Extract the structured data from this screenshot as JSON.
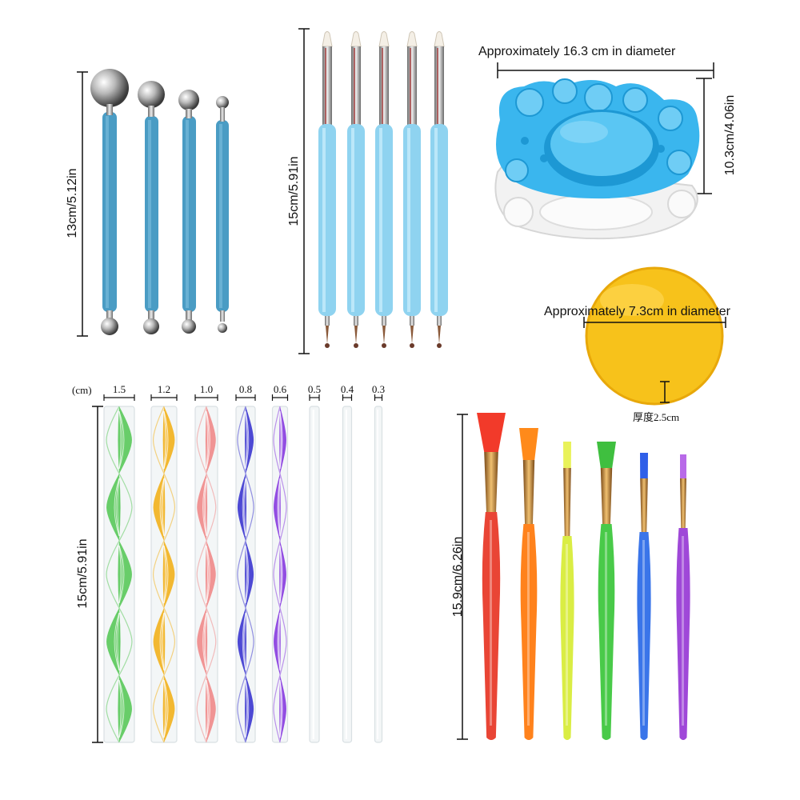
{
  "ball_tools": {
    "height_label": "13cm/5.12in"
  },
  "silicone_tools": {
    "height_label": "15cm/5.91in"
  },
  "palette": {
    "width_label": "Approximately 16.3 cm in diameter",
    "height_label": "10.3cm/4.06in"
  },
  "sponge": {
    "diameter_label": "Approximately 7.3cm in diameter",
    "thickness_label": "厚度2.5cm"
  },
  "mandala_rods": {
    "unit_label": "(cm)",
    "height_label": "15cm/5.91in",
    "sizes": [
      "1.5",
      "1.2",
      "1.0",
      "0.8",
      "0.6",
      "0.5",
      "0.4",
      "0.3"
    ]
  },
  "brushes": {
    "height_label": "15.9cm/6.26in"
  },
  "colors": {
    "ball_tool": "#4a9cc4",
    "silicone_tool": "#8fd3f0",
    "palette_blue": "#3ab6ee",
    "sponge_yellow": "#f7c21b",
    "rod_green": "#5cc95c",
    "rod_yellow": "#f2b21f",
    "rod_pink": "#f08b8b",
    "rod_blue": "#3f3ad0",
    "rod_purple": "#8a3ee0",
    "brush_red": "#e83b2a",
    "brush_orange": "#ff7b10",
    "brush_yellow": "#d8ec3a",
    "brush_green": "#3fc73f",
    "brush_blue": "#2f6ee8",
    "brush_purple": "#9a3ed6"
  }
}
